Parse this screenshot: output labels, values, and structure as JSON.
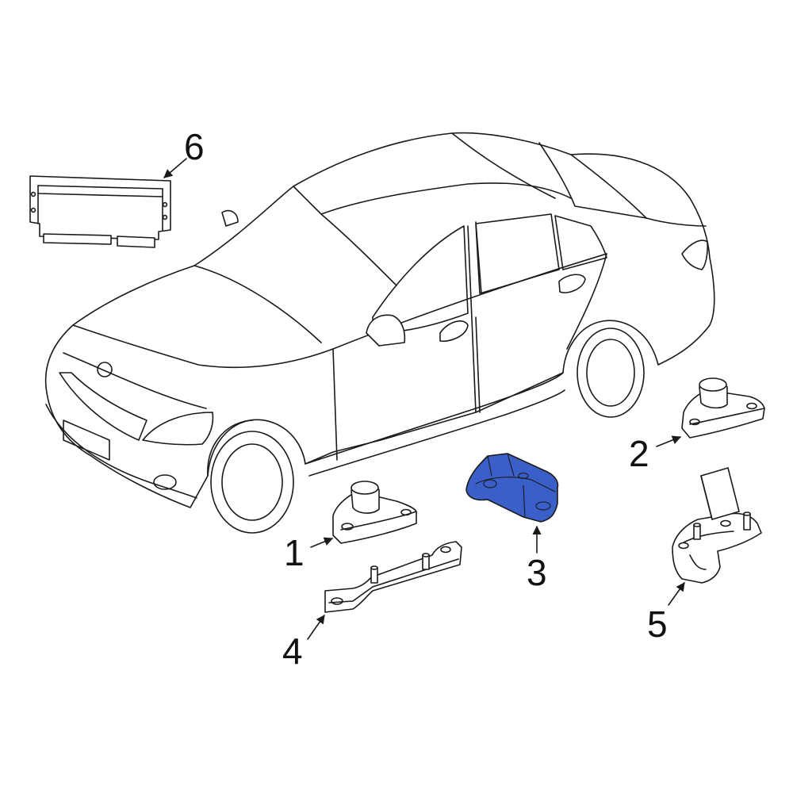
{
  "colors": {
    "line": "#1a1a1a",
    "background": "#ffffff",
    "highlight": "#3a5fc8"
  },
  "callouts": [
    {
      "id": "1",
      "label": "1"
    },
    {
      "id": "2",
      "label": "2"
    },
    {
      "id": "3",
      "label": "3"
    },
    {
      "id": "4",
      "label": "4"
    },
    {
      "id": "5",
      "label": "5"
    },
    {
      "id": "6",
      "label": "6"
    }
  ],
  "highlighted_part": "3"
}
